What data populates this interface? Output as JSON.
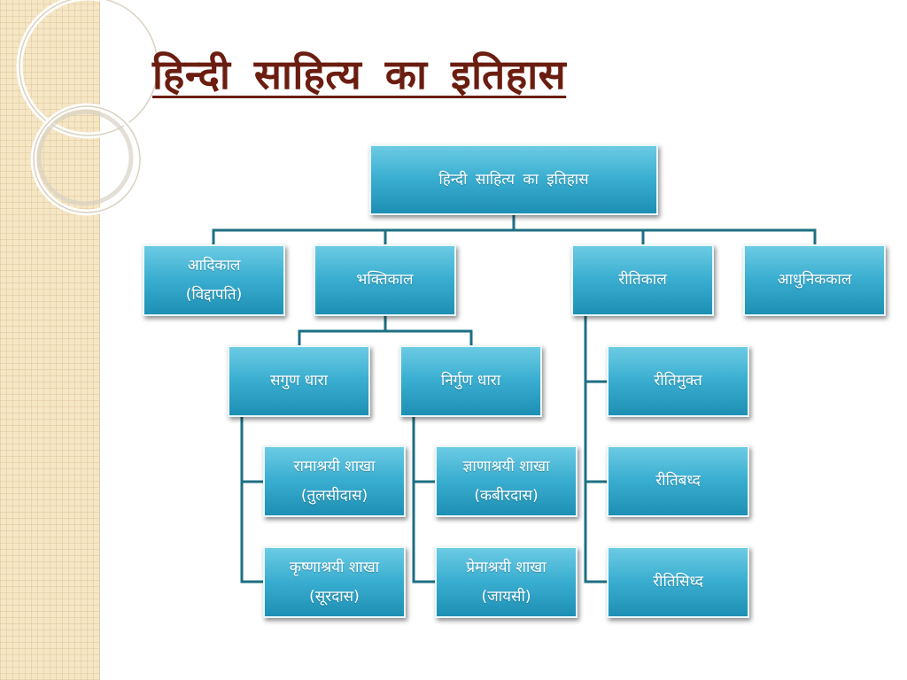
{
  "title": "हिन्दी साहित्य का इतिहास",
  "colors": {
    "title": "#6b1d10",
    "node_fill": "#3aaed0",
    "node_border": "#eaf8fc",
    "connector": "#1d6f83",
    "strip": "#f5e6c4"
  },
  "diagram": {
    "root": {
      "label": "हिन्दी साहित्य का इतिहास"
    },
    "periods": [
      {
        "label": "आदिकाल",
        "sub": "(विद्दापति)"
      },
      {
        "label": "भक्तिकाल"
      },
      {
        "label": "रीतिकाल"
      },
      {
        "label": "आधुनिककाल"
      }
    ],
    "streams": [
      {
        "label": "सगुण धारा"
      },
      {
        "label": "निर्गुण धारा"
      }
    ],
    "branches": [
      {
        "label": "रामाश्रयी शाखा",
        "sub": "(तुलसीदास)"
      },
      {
        "label": "कृष्णाश्रयी शाखा",
        "sub": "(सूरदास)"
      },
      {
        "label": "ज्ञाणाश्रयी शाखा",
        "sub": "(कबीरदास)"
      },
      {
        "label": "प्रेमाश्रयी शाखा",
        "sub": "(जायसी)"
      }
    ],
    "riti": [
      {
        "label": "रीतिमुक्त"
      },
      {
        "label": "रीतिबध्द"
      },
      {
        "label": "रीतिसिध्द"
      }
    ]
  }
}
